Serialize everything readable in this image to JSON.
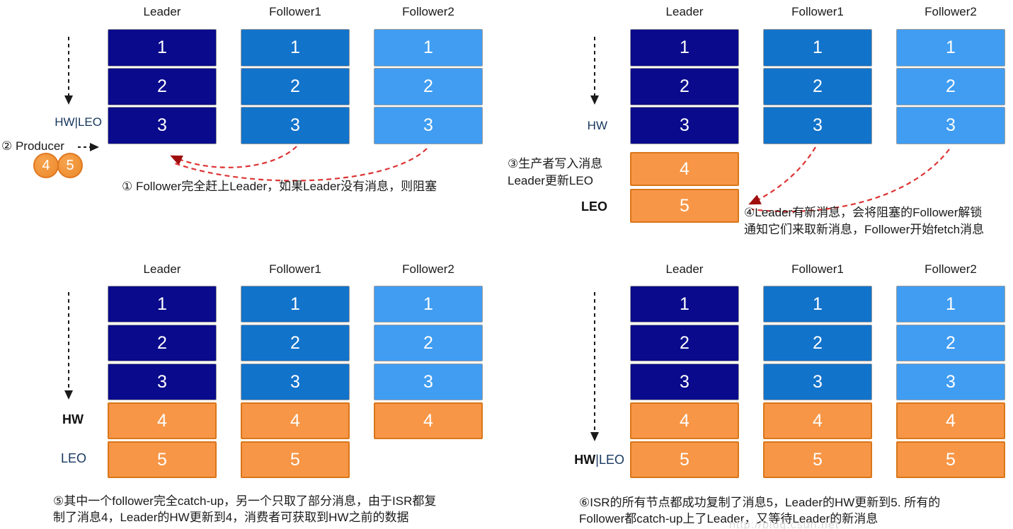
{
  "colors": {
    "leader_blue": "#0a0a8c",
    "follower1_blue": "#1273cb",
    "follower2_blue": "#409df2",
    "orange_fill": "#f79646",
    "orange_border": "#d9761a",
    "block_border": "#9c9c9c",
    "red_dash": "#dd3333",
    "red_head": "#a00d0d",
    "black_arrow": "#1a1a1a",
    "label_navy": "#17375e"
  },
  "panels": {
    "p1": {
      "columns": [
        {
          "header": "Leader",
          "blocks": [
            {
              "n": "1",
              "c": "leader_blue"
            },
            {
              "n": "2",
              "c": "leader_blue"
            },
            {
              "n": "3",
              "c": "leader_blue"
            }
          ]
        },
        {
          "header": "Follower1",
          "blocks": [
            {
              "n": "1",
              "c": "follower1_blue"
            },
            {
              "n": "2",
              "c": "follower1_blue"
            },
            {
              "n": "3",
              "c": "follower1_blue"
            }
          ]
        },
        {
          "header": "Follower2",
          "blocks": [
            {
              "n": "1",
              "c": "follower2_blue"
            },
            {
              "n": "2",
              "c": "follower2_blue"
            },
            {
              "n": "3",
              "c": "follower2_blue"
            }
          ]
        }
      ],
      "marker_label": "HW|LEO",
      "producer_label": "② Producer",
      "pending_messages": [
        "4",
        "5"
      ],
      "caption": "① Follower完全赶上Leader，如果Leader没有消息，则阻塞"
    },
    "p2": {
      "columns": [
        {
          "header": "Leader",
          "blocks": [
            {
              "n": "1",
              "c": "leader_blue"
            },
            {
              "n": "2",
              "c": "leader_blue"
            },
            {
              "n": "3",
              "c": "leader_blue"
            },
            {
              "n": "4",
              "c": "orange_fill"
            },
            {
              "n": "5",
              "c": "orange_fill"
            }
          ]
        },
        {
          "header": "Follower1",
          "blocks": [
            {
              "n": "1",
              "c": "follower1_blue"
            },
            {
              "n": "2",
              "c": "follower1_blue"
            },
            {
              "n": "3",
              "c": "follower1_blue"
            }
          ]
        },
        {
          "header": "Follower2",
          "blocks": [
            {
              "n": "1",
              "c": "follower2_blue"
            },
            {
              "n": "2",
              "c": "follower2_blue"
            },
            {
              "n": "3",
              "c": "follower2_blue"
            }
          ]
        }
      ],
      "hw_label": "HW",
      "side_note": "③生产者写入消息\nLeader更新LEO",
      "leo_label": "LEO",
      "caption": "④Leader有新消息，会将阻塞的Follower解锁\n通知它们来取新消息，Follower开始fetch消息"
    },
    "p3": {
      "columns": [
        {
          "header": "Leader",
          "blocks": [
            {
              "n": "1",
              "c": "leader_blue"
            },
            {
              "n": "2",
              "c": "leader_blue"
            },
            {
              "n": "3",
              "c": "leader_blue"
            },
            {
              "n": "4",
              "c": "orange_fill"
            },
            {
              "n": "5",
              "c": "orange_fill"
            }
          ]
        },
        {
          "header": "Follower1",
          "blocks": [
            {
              "n": "1",
              "c": "follower1_blue"
            },
            {
              "n": "2",
              "c": "follower1_blue"
            },
            {
              "n": "3",
              "c": "follower1_blue"
            },
            {
              "n": "4",
              "c": "orange_fill"
            },
            {
              "n": "5",
              "c": "orange_fill"
            }
          ]
        },
        {
          "header": "Follower2",
          "blocks": [
            {
              "n": "1",
              "c": "follower2_blue"
            },
            {
              "n": "2",
              "c": "follower2_blue"
            },
            {
              "n": "3",
              "c": "follower2_blue"
            },
            {
              "n": "4",
              "c": "orange_fill"
            }
          ]
        }
      ],
      "hw_label": "HW",
      "leo_label": "LEO",
      "caption": "⑤其中一个follower完全catch-up，另一个只取了部分消息，由于ISR都复\n制了消息4，Leader的HW更新到4，消费者可获取到HW之前的数据"
    },
    "p4": {
      "columns": [
        {
          "header": "Leader",
          "blocks": [
            {
              "n": "1",
              "c": "leader_blue"
            },
            {
              "n": "2",
              "c": "leader_blue"
            },
            {
              "n": "3",
              "c": "leader_blue"
            },
            {
              "n": "4",
              "c": "orange_fill"
            },
            {
              "n": "5",
              "c": "orange_fill"
            }
          ]
        },
        {
          "header": "Follower1",
          "blocks": [
            {
              "n": "1",
              "c": "follower1_blue"
            },
            {
              "n": "2",
              "c": "follower1_blue"
            },
            {
              "n": "3",
              "c": "follower1_blue"
            },
            {
              "n": "4",
              "c": "orange_fill"
            },
            {
              "n": "5",
              "c": "orange_fill"
            }
          ]
        },
        {
          "header": "Follower2",
          "blocks": [
            {
              "n": "1",
              "c": "follower2_blue"
            },
            {
              "n": "2",
              "c": "follower2_blue"
            },
            {
              "n": "3",
              "c": "follower2_blue"
            },
            {
              "n": "4",
              "c": "orange_fill"
            },
            {
              "n": "5",
              "c": "orange_fill"
            }
          ]
        }
      ],
      "marker_label_bold": "HW",
      "marker_label_rest": "|LEO",
      "caption": "⑥ISR的所有节点都成功复制了消息5，Leader的HW更新到5. 所有的\nFollower都catch-up上了Leader，又等待Leader的新消息"
    }
  },
  "watermark": "http://blog.csdn.net"
}
